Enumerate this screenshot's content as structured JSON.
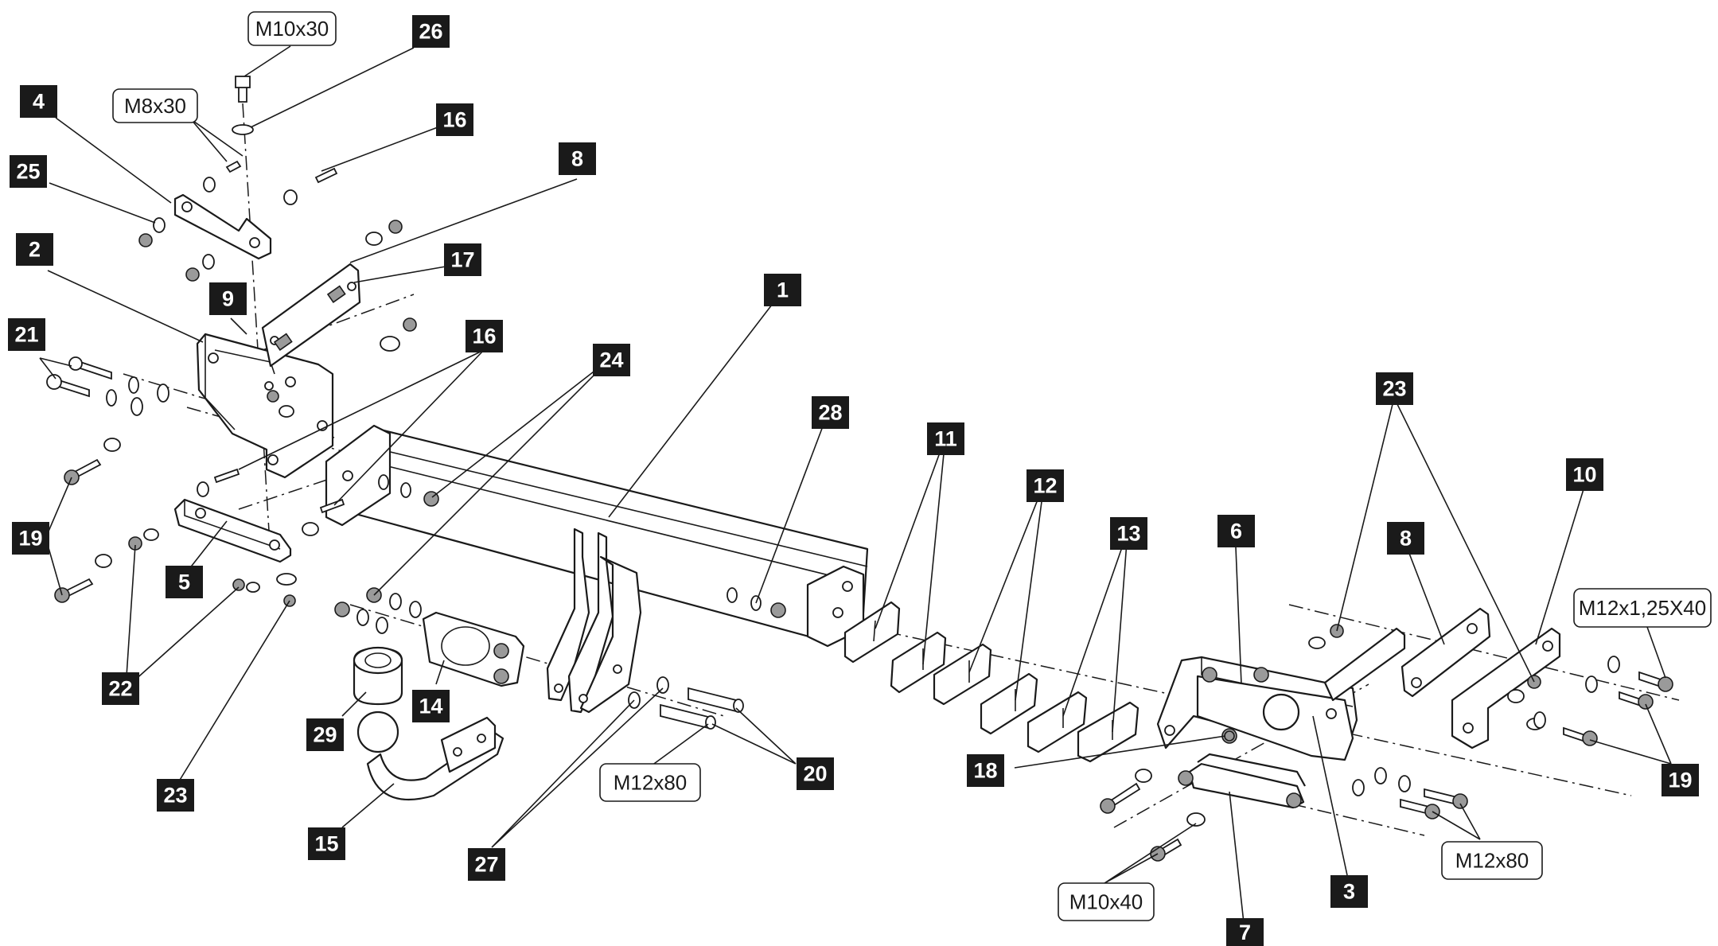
{
  "diagram": {
    "callouts": {
      "c1": "1",
      "c2": "2",
      "c3": "3",
      "c4": "4",
      "c5": "5",
      "c6": "6",
      "c7": "7",
      "c8a": "8",
      "c8b": "8",
      "c9": "9",
      "c10": "10",
      "c11": "11",
      "c12": "12",
      "c13": "13",
      "c14": "14",
      "c15": "15",
      "c16a": "16",
      "c16b": "16",
      "c17": "17",
      "c18": "18",
      "c19a": "19",
      "c19b": "19",
      "c20": "20",
      "c21": "21",
      "c22": "22",
      "c23a": "23",
      "c23b": "23",
      "c24": "24",
      "c25": "25",
      "c26": "26",
      "c27": "27",
      "c28": "28",
      "c29": "29"
    },
    "specs": {
      "s_m10x30": "M10x30",
      "s_m8x30": "M8x30",
      "s_m12x80_left": "M12x80",
      "s_m12x125x40": "M12x1,25X40",
      "s_m12x80_right": "M12x80",
      "s_m10x40": "M10x40"
    }
  }
}
